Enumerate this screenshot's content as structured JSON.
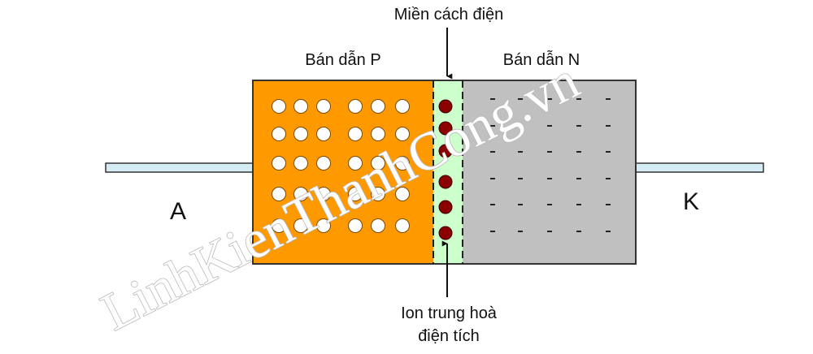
{
  "labels": {
    "depletion_region": "Miền cách điện",
    "p_region": "Bán dẫn P",
    "n_region": "Bán dẫn N",
    "anode": "A",
    "cathode": "K",
    "neutral_ions_line1": "Ion trung hoà",
    "neutral_ions_line2": "điện tích"
  },
  "watermark": "LinhKienThanhCong.vn",
  "colors": {
    "p_region": "#ff9900",
    "n_region": "#c0c0c0",
    "depletion": "#ccffcc",
    "ion": "#8b0000",
    "lead": "#d4ecf4",
    "outline": "#333333"
  }
}
